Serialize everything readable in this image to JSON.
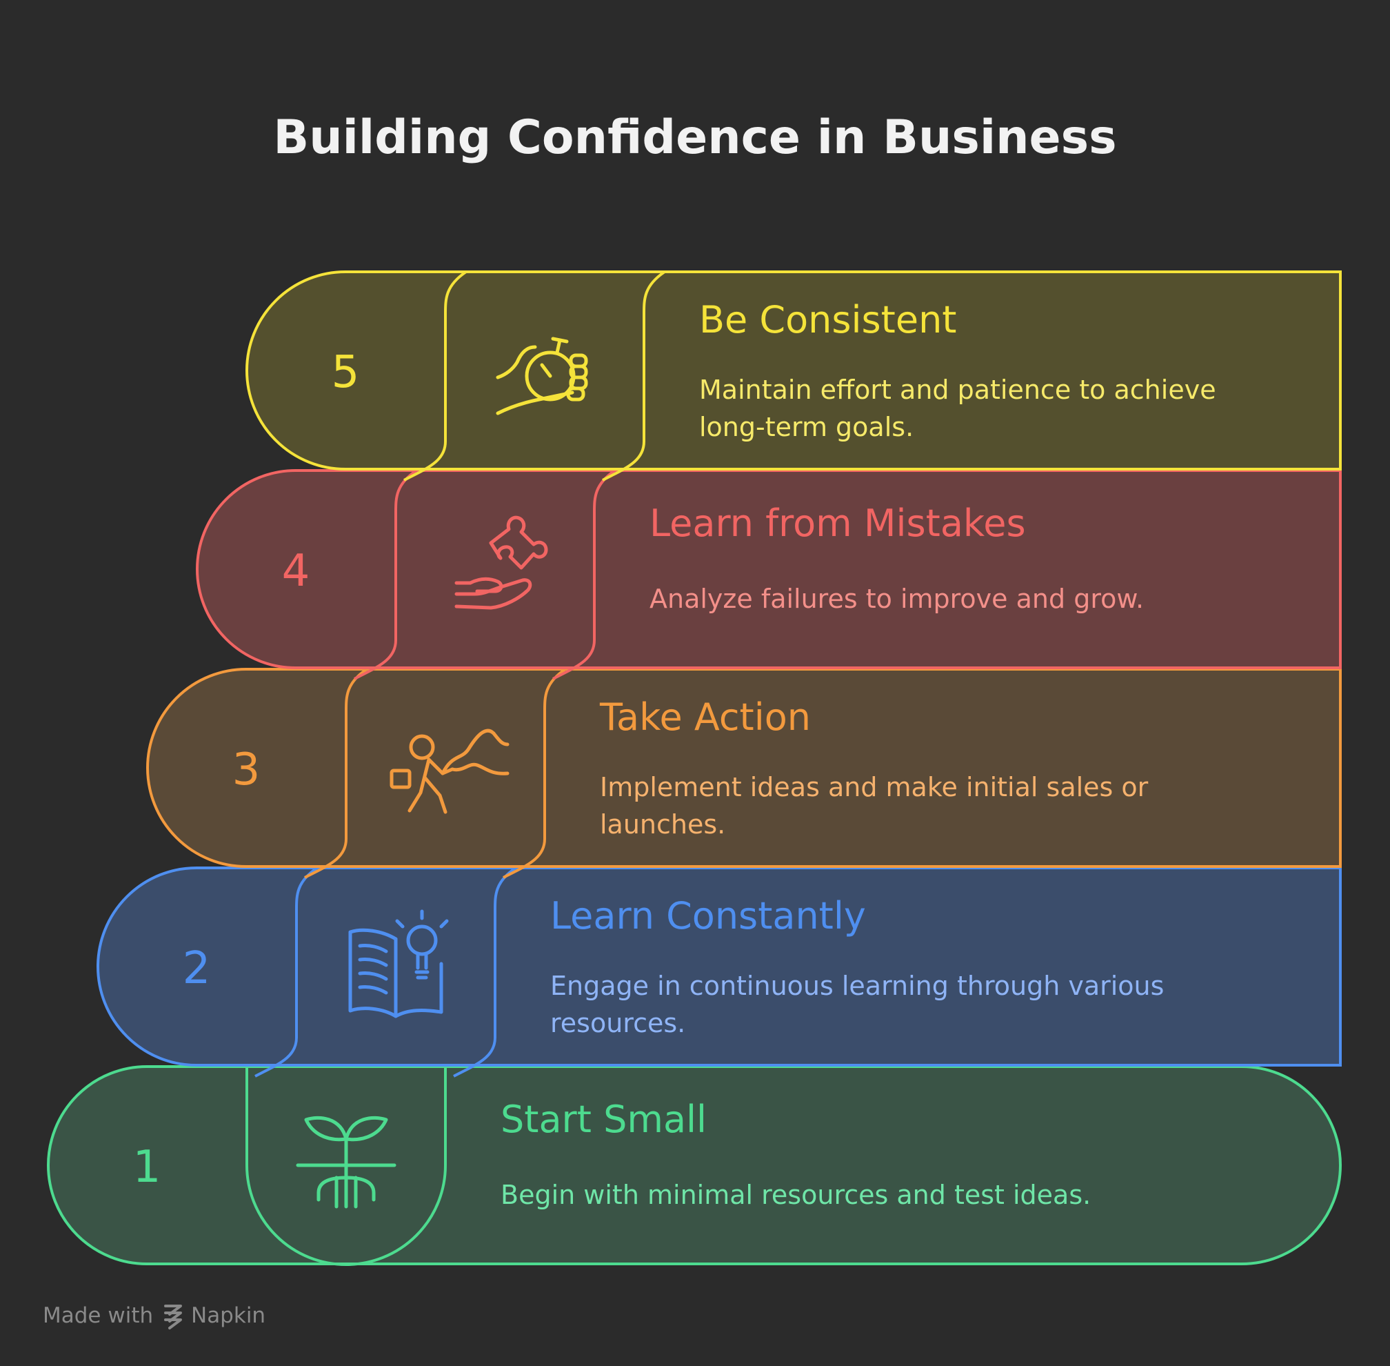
{
  "title": "Building Confidence in Business",
  "steps": [
    {
      "number": "1",
      "heading": "Start Small",
      "description_lines": [
        "Begin with minimal resources and test ideas."
      ],
      "icon": "sprout-roots-icon",
      "color": "#4ddb8f",
      "fill": "#3a5446",
      "desc_color": "#6fe6a8"
    },
    {
      "number": "2",
      "heading": "Learn Constantly",
      "description_lines": [
        "Engage in continuous learning through various",
        "resources."
      ],
      "icon": "book-lightbulb-icon",
      "color": "#4f8ff0",
      "fill": "#3b4d6b",
      "desc_color": "#8fb4f6"
    },
    {
      "number": "3",
      "heading": "Take Action",
      "description_lines": [
        "Implement ideas and make initial sales or",
        "launches."
      ],
      "icon": "running-person-icon",
      "color": "#f39a3e",
      "fill": "#5a4a37",
      "desc_color": "#f6b26e"
    },
    {
      "number": "4",
      "heading": "Learn from Mistakes",
      "description_lines": [
        "Analyze failures to improve and grow."
      ],
      "icon": "hand-puzzle-icon",
      "color": "#f26563",
      "fill": "#6a4040",
      "desc_color": "#f4908a"
    },
    {
      "number": "5",
      "heading": "Be Consistent",
      "description_lines": [
        "Maintain effort and patience to achieve",
        "long-term goals."
      ],
      "icon": "hand-stopwatch-icon",
      "color": "#f5e33a",
      "fill": "#54502e",
      "desc_color": "#f7ea6a"
    }
  ],
  "footer": {
    "made_with": "Made with",
    "brand": "Napkin",
    "logo_icon": "napkin-logo-icon",
    "color": "#8a8a8a"
  }
}
